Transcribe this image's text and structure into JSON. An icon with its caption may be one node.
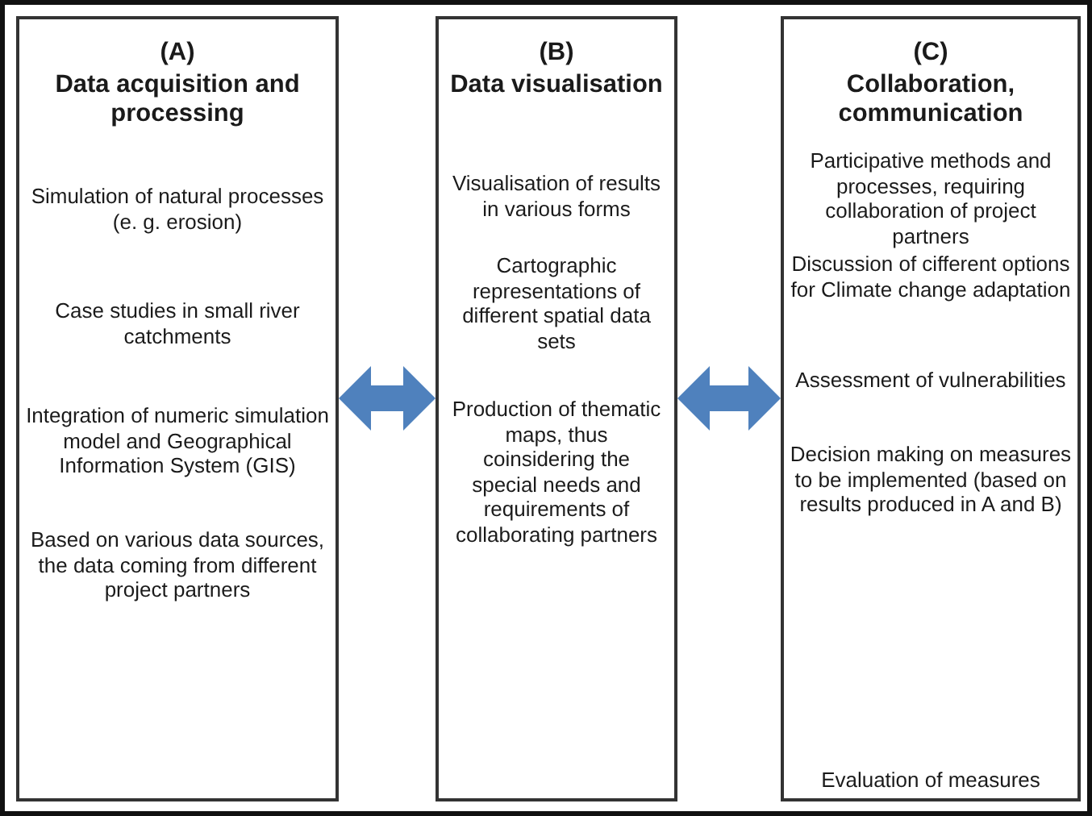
{
  "diagram": {
    "nodes": [
      {
        "text": [
          "(A)",
          "Data acquisition and processing",
          "Simulation of natural processes (e. g. erosion)",
          "Case studies in small river catchments",
          "Integration of numeric simulation model and Geographical Information System (GIS)",
          "Based on various data sources, the data coming from different project partners"
        ]
      },
      {
        "text": [
          "(B)",
          "Data visualisation",
          "Visualisation of results in various forms",
          "Cartographic representations of different spatial data sets",
          "Production of thematic maps, thus coinsidering the special needs and requirements of collaborating partners"
        ]
      },
      {
        "text": [
          "(C)",
          "Collaboration, communication",
          "Participative methods and processes, requiring collaboration of project partners",
          "Discussion of cifferent options for Climate change adaptation",
          "Assessment of vulnerabilities",
          "Decision making on measures to be implemented (based on results produced in A and B)",
          "Evaluation of measures"
        ]
      }
    ],
    "edges": [
      {
        "from": 0,
        "to": 1,
        "arrow": "both"
      },
      {
        "from": 1,
        "to": 2,
        "arrow": "both"
      }
    ]
  }
}
